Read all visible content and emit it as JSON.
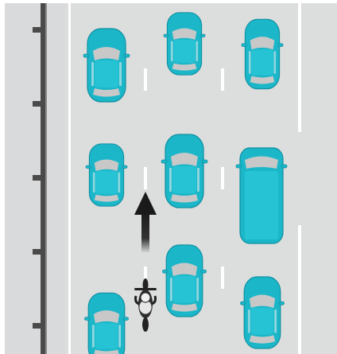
{
  "scene": {
    "kind": "traffic-illustration",
    "caption": "",
    "colors": {
      "shoulder": "#d9dadb",
      "road": "#dcdddd",
      "lane_marking": "#ffffff",
      "guardrail_post": "#4a4a4a",
      "guardrail_rail": "#7a7a7a",
      "vehicle_body": "#1bb7c9",
      "vehicle_outline": "#0e8fa0",
      "vehicle_glass": "#c8c8c8",
      "motorcycle": "#222222",
      "rider": "#e6e6e6",
      "arrow": "#1a1a1a"
    },
    "lanes": 3,
    "vehicles": [
      {
        "type": "car",
        "lane": "left",
        "icon": "car-icon"
      },
      {
        "type": "car",
        "lane": "middle",
        "icon": "car-icon"
      },
      {
        "type": "car",
        "lane": "right",
        "icon": "car-icon"
      },
      {
        "type": "car",
        "lane": "left",
        "icon": "car-icon"
      },
      {
        "type": "car",
        "lane": "middle",
        "icon": "car-icon"
      },
      {
        "type": "van",
        "lane": "right",
        "icon": "van-icon"
      },
      {
        "type": "car",
        "lane": "middle",
        "icon": "car-icon"
      },
      {
        "type": "car",
        "lane": "left",
        "icon": "car-icon"
      },
      {
        "type": "car",
        "lane": "right",
        "icon": "car-icon"
      }
    ],
    "motorcycle": {
      "type": "motorcycle",
      "position": "lane-split",
      "icon": "motorcycle-icon"
    },
    "direction_arrow": {
      "direction": "up",
      "icon": "arrow-up-icon"
    }
  }
}
